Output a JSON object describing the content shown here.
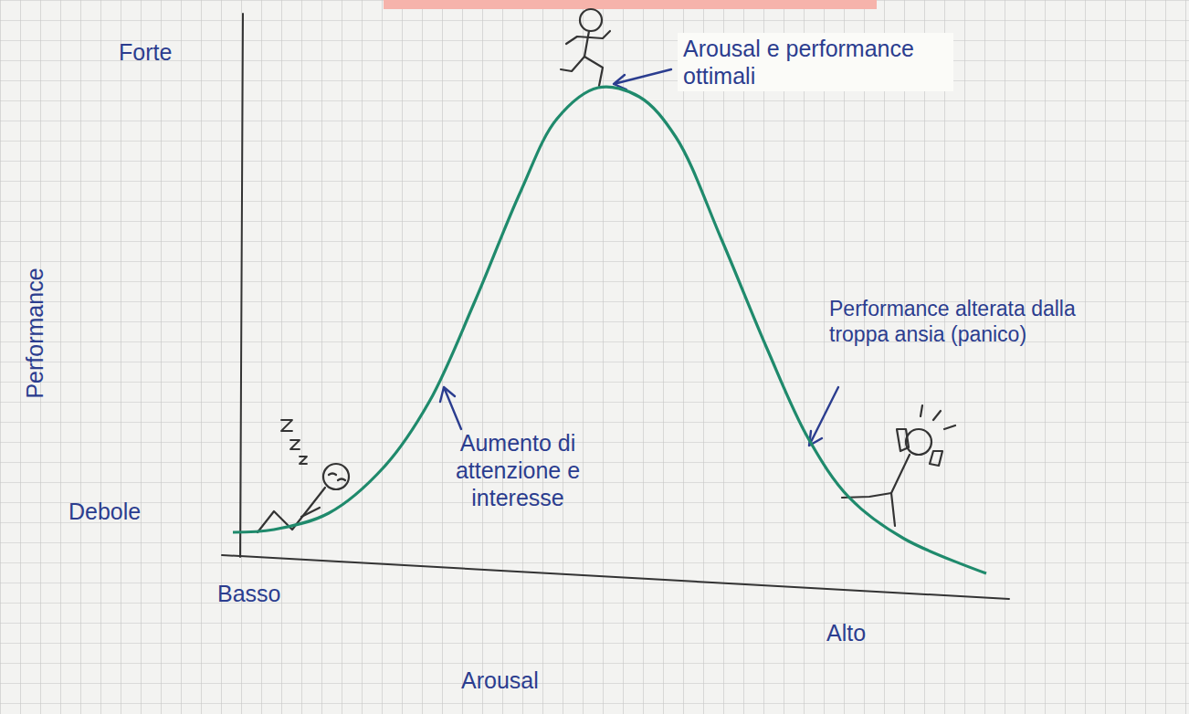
{
  "diagram": {
    "labels": [
      "Arousal e performance ottimali",
      "Forte",
      "Performance",
      "Aumento di attenzione e interesse",
      "Performance alterata dalla troppa ansia (panico)",
      "Debole",
      "Basso",
      "Alto",
      "Arousal"
    ]
  }
}
